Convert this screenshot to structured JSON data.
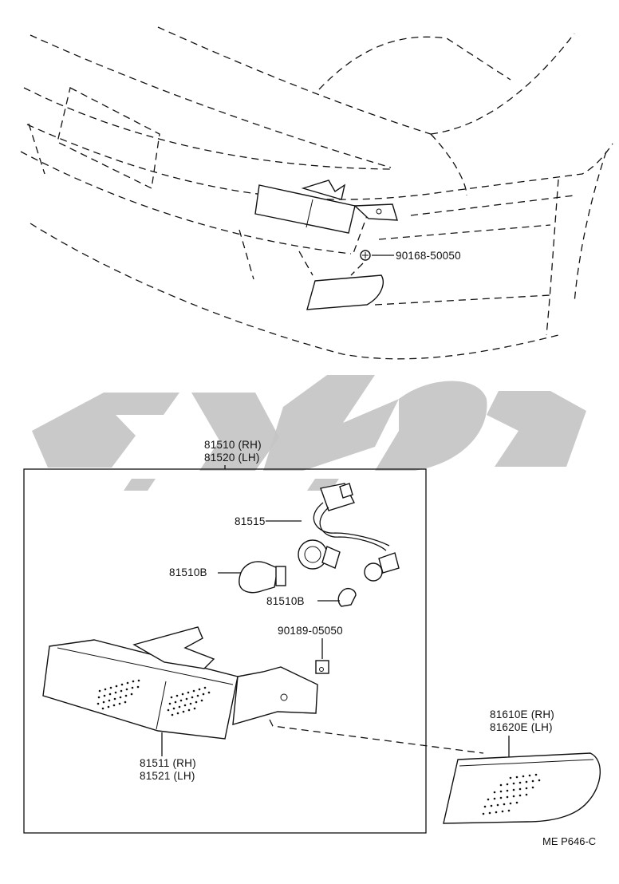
{
  "labels": {
    "bolt_top": "90168-50050",
    "assembly_rh": "81510 (RH)",
    "assembly_lh": "81520 (LH)",
    "socket_wire": "81515",
    "bulb_large": "81510B",
    "bulb_small": "81510B",
    "nut_clip": "90189-05050",
    "lens_rh": "81511 (RH)",
    "lens_lh": "81521 (LH)",
    "side_lamp_rh": "81610E (RH)",
    "side_lamp_lh": "81620E (LH)",
    "figure_code": "ME P646-C"
  },
  "colors": {
    "line": "#111111",
    "watermark": "#c4c4c4",
    "background": "#ffffff"
  }
}
